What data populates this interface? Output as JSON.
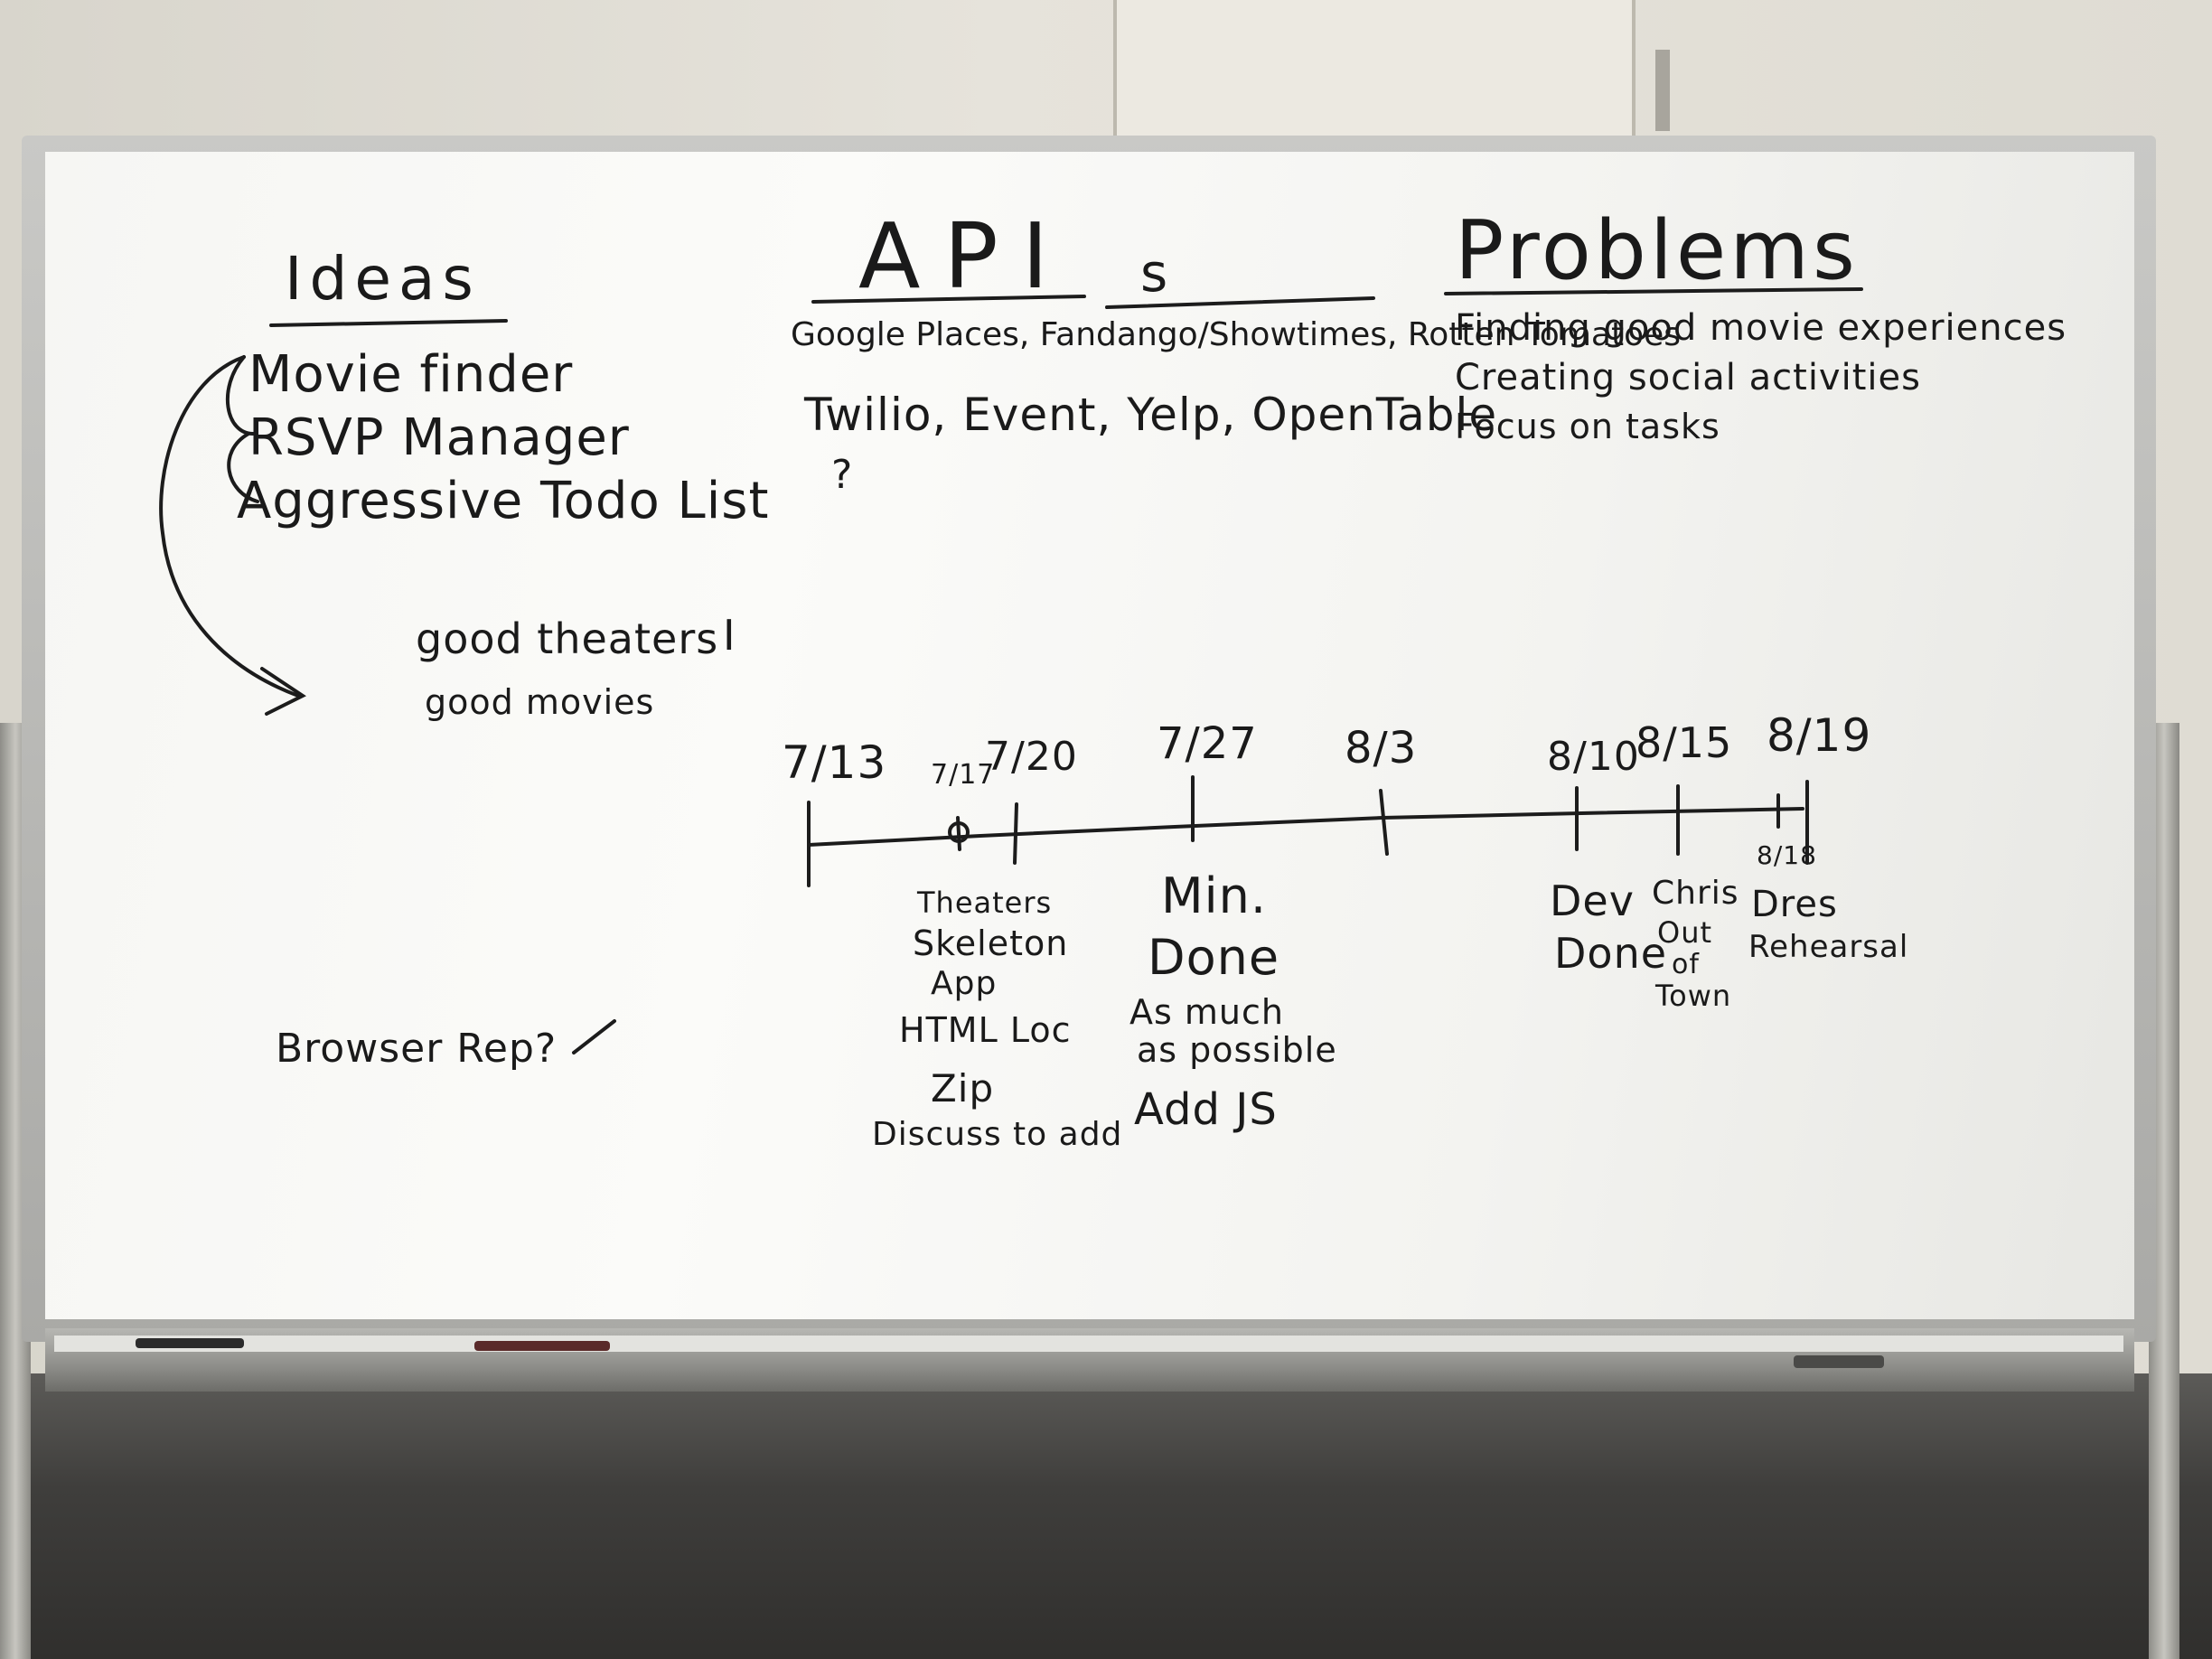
{
  "board": {
    "ideas": {
      "heading": "Ideas",
      "items": [
        "Movie finder",
        "RSVP Manager",
        "Aggressive Todo List"
      ],
      "sub_items": [
        "good theaters",
        "good movies"
      ],
      "mark": "I"
    },
    "apis": {
      "heading": "API",
      "heading_suffix": "s",
      "line1": "Google Places, Fandango/Showtimes, Rotten Tomatoes",
      "line2": "Twilio, Event, Yelp, OpenTable",
      "question": "?"
    },
    "problems": {
      "heading": "Problems",
      "items": [
        "Finding good movie experiences",
        "Creating social activities",
        "Focus on tasks"
      ]
    },
    "browser": {
      "text": "Browser Rep?",
      "check": "/"
    },
    "timeline": {
      "dates": [
        "7/13",
        "7/17",
        "7/20",
        "7/27",
        "8/3",
        "8/10",
        "8/15",
        "8/19",
        "8/18"
      ],
      "notes": {
        "jul17": [
          "Theaters",
          "Skeleton",
          "App",
          "HTML Loc",
          "Zip",
          "Discuss to add"
        ],
        "jul27": [
          "Min.",
          "Done",
          "As much",
          "as possible",
          "Add JS"
        ],
        "aug10": [
          "Dev",
          "Done"
        ],
        "aug15": [
          "Chris",
          "Out",
          "of",
          "Town"
        ],
        "aug18": [
          "Dres",
          "Rehearsal"
        ]
      }
    }
  }
}
